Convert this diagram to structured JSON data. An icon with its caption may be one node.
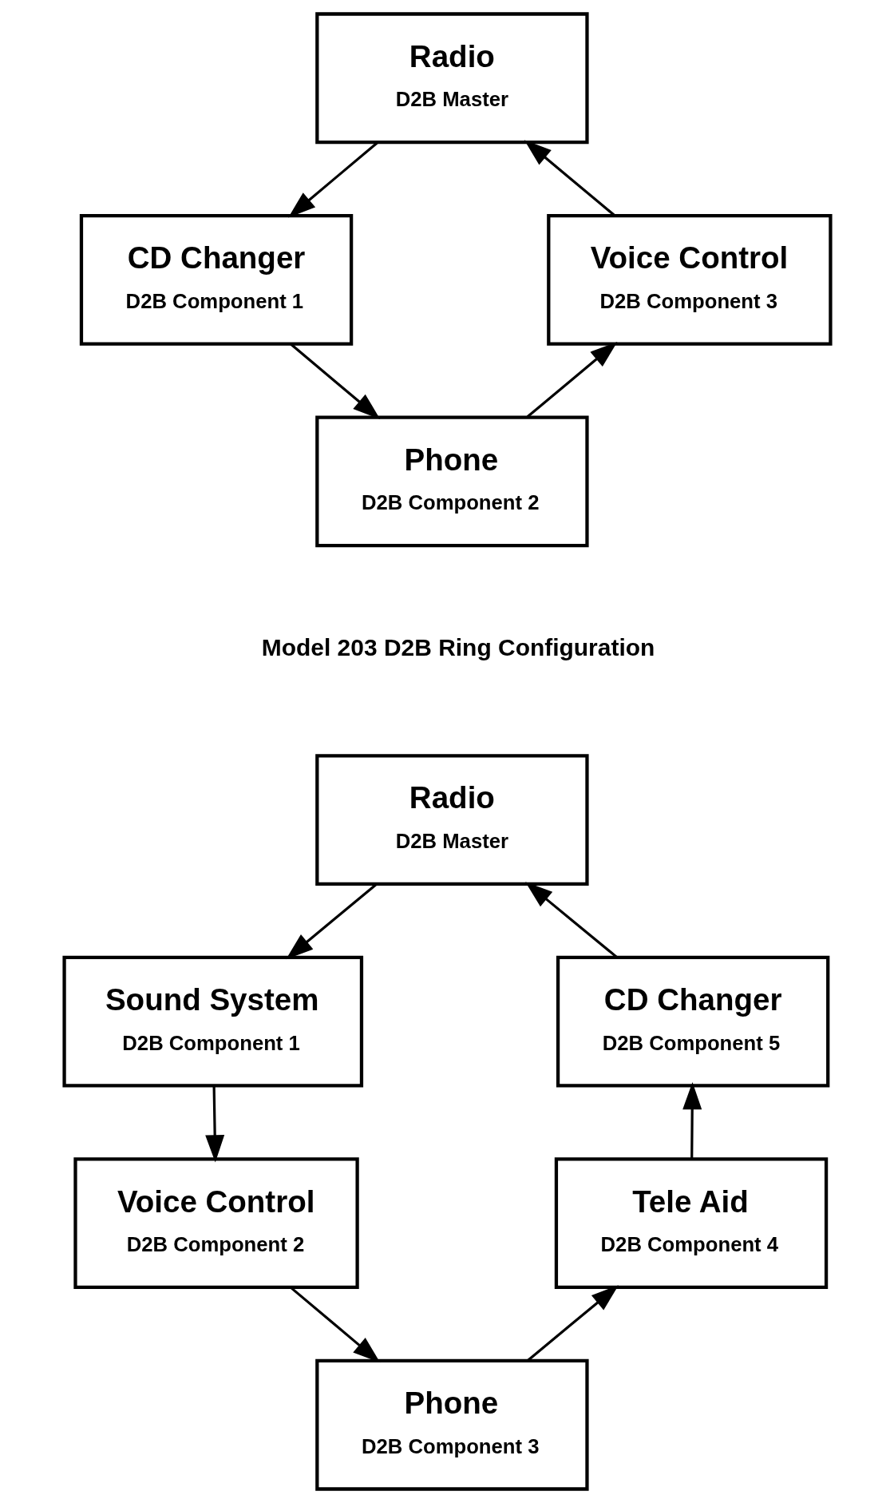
{
  "diagram": {
    "nodes": [
      {
        "text": [
          "Radio",
          "D2B Master"
        ]
      },
      {
        "text": [
          "Voice Control",
          "D2B Component 3"
        ]
      },
      {
        "text": [
          "CD Changer",
          "D2B Component 1"
        ]
      },
      {
        "text": [
          "Phone",
          "D2B Component 2"
        ]
      },
      {
        "text": [
          "Radio",
          "D2B Master"
        ]
      },
      {
        "text": [
          "CD Changer",
          "D2B Component 5"
        ]
      },
      {
        "text": [
          "Sound System",
          "D2B Component 1"
        ]
      },
      {
        "text": [
          "Tele Aid",
          "D2B Component 4"
        ]
      },
      {
        "text": [
          "Voice Control",
          "D2B Component 2"
        ]
      },
      {
        "text": [
          "Phone",
          "D2B Component 3"
        ]
      }
    ],
    "edges": [
      {
        "from": 0,
        "to": 2,
        "arrow": "to"
      },
      {
        "from": 2,
        "to": 3,
        "arrow": "to"
      },
      {
        "from": 3,
        "to": 1,
        "arrow": "to"
      },
      {
        "from": 1,
        "to": 0,
        "arrow": "to"
      },
      {
        "from": 4,
        "to": 6,
        "arrow": "to"
      },
      {
        "from": 6,
        "to": 8,
        "arrow": "to"
      },
      {
        "from": 8,
        "to": 9,
        "arrow": "to"
      },
      {
        "from": 9,
        "to": 7,
        "arrow": "to"
      },
      {
        "from": 7,
        "to": 5,
        "arrow": "to"
      },
      {
        "from": 5,
        "to": 4,
        "arrow": "to"
      }
    ],
    "labels": [
      "Model 203 D2B Ring Configuration"
    ]
  }
}
